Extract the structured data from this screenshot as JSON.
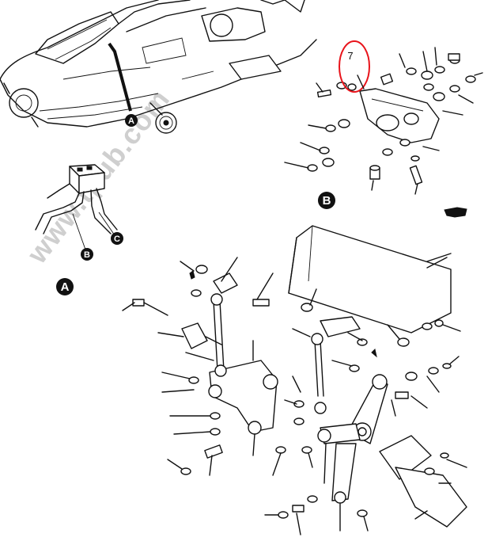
{
  "diagram": {
    "watermark": "www.tpub.com",
    "callouts": {
      "a_on_aircraft": "A",
      "b_on_detail_a": "B",
      "c_on_detail_a": "C"
    },
    "detail_labels": {
      "detail_a": "A",
      "detail_b": "B"
    },
    "highlighted_item": {
      "number": "7",
      "highlight_color": "#e8141b"
    },
    "colors": {
      "ink": "#111111",
      "paper": "#ffffff",
      "watermark": "#cfcfcf"
    }
  }
}
